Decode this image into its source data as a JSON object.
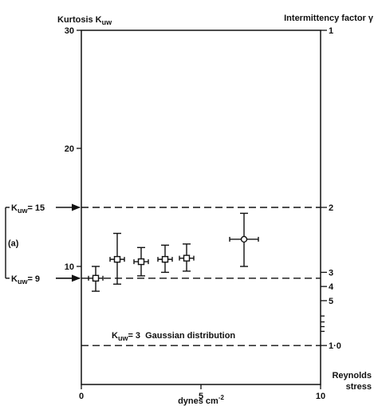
{
  "chart_data": {
    "type": "scatter",
    "xlabel": "dynes cm",
    "xlabel_sup": "-2",
    "ylabel": "Kurtosis K",
    "ylabel_sub": "uw",
    "y2label": "Intermittency factor γ",
    "x2label_line1": "Reynolds",
    "x2label_line2": "stress",
    "xlim": [
      0,
      10
    ],
    "ylim": [
      0,
      30
    ],
    "xticks": [
      "0",
      "5",
      "10"
    ],
    "yticks": [
      {
        "value": 10,
        "label": "10"
      },
      {
        "value": 20,
        "label": "20"
      },
      {
        "value": 30,
        "label": "30"
      }
    ],
    "right_ticks": [
      {
        "k": 30,
        "label": "1"
      },
      {
        "k": 15,
        "label": "2"
      },
      {
        "k": 9.5,
        "label": "3"
      },
      {
        "k": 8.3,
        "label": "4"
      },
      {
        "k": 7.1,
        "label": "5"
      },
      {
        "k": 5.8,
        "label": ""
      },
      {
        "k": 5.3,
        "label": ""
      },
      {
        "k": 4.9,
        "label": ""
      },
      {
        "k": 4.5,
        "label": ""
      },
      {
        "k": 3.3,
        "label": "1·0"
      }
    ],
    "reference_lines": [
      {
        "y": 15,
        "label": "K",
        "sub": "uw",
        "eq": "= 15"
      },
      {
        "y": 9,
        "label": "K",
        "sub": "uw",
        "eq": "= 9"
      },
      {
        "y": 3.3,
        "label": "K",
        "sub": "uw",
        "eq": "= 3",
        "text": "Gaussian distribution"
      }
    ],
    "bracket_label": "(a)",
    "points": [
      {
        "x": 0.6,
        "y": 9.0,
        "ylo": 7.9,
        "yhi": 10.0,
        "xerr": 0.3,
        "marker": "square"
      },
      {
        "x": 1.5,
        "y": 10.6,
        "ylo": 8.5,
        "yhi": 12.8,
        "xerr": 0.3,
        "marker": "square"
      },
      {
        "x": 2.5,
        "y": 10.4,
        "ylo": 9.2,
        "yhi": 11.6,
        "xerr": 0.3,
        "marker": "square"
      },
      {
        "x": 3.5,
        "y": 10.6,
        "ylo": 9.5,
        "yhi": 11.8,
        "xerr": 0.3,
        "marker": "square"
      },
      {
        "x": 4.4,
        "y": 10.7,
        "ylo": 9.6,
        "yhi": 11.9,
        "xerr": 0.3,
        "marker": "square"
      },
      {
        "x": 6.8,
        "y": 12.3,
        "ylo": 10.0,
        "yhi": 14.5,
        "xerr": 0.6,
        "marker": "circle"
      }
    ]
  }
}
